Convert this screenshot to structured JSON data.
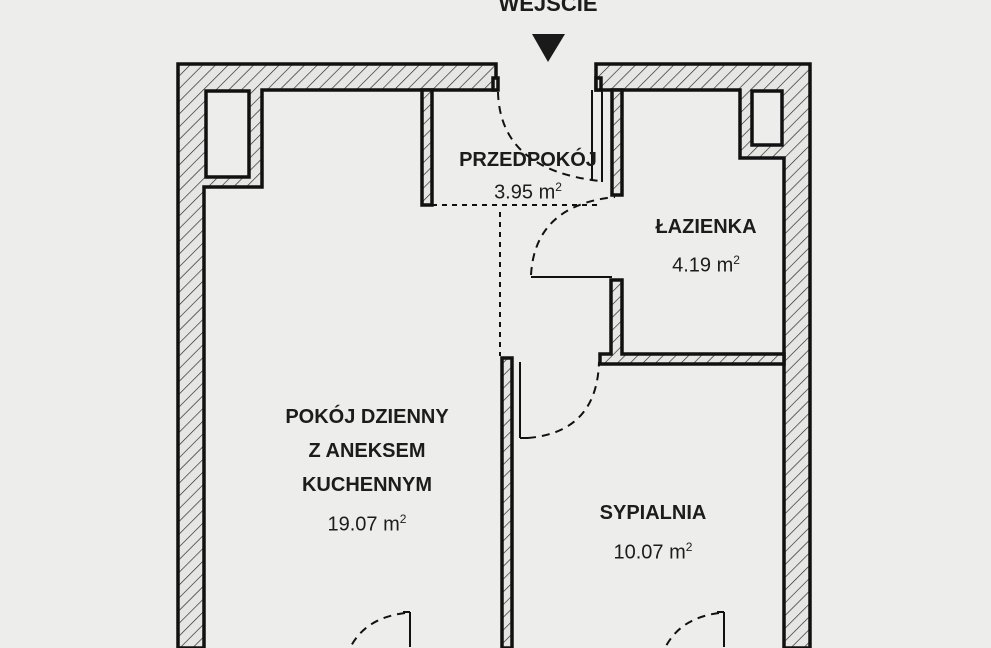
{
  "entrance": {
    "label": "WEJŚCIE"
  },
  "rooms": [
    {
      "name": "PRZEDPOKÓJ",
      "area": "3.95",
      "unit": "m"
    },
    {
      "name": "ŁAZIENKA",
      "area": "4.19",
      "unit": "m"
    },
    {
      "name_lines": [
        "POKÓJ DZIENNY",
        "Z ANEKSEM",
        "KUCHENNYM"
      ],
      "area": "19.07",
      "unit": "m"
    },
    {
      "name": "SYPIALNIA",
      "area": "10.07",
      "unit": "m"
    }
  ],
  "unit_superscript": "2",
  "colors": {
    "background": "#ededeb",
    "wall": "#111111",
    "hatch_fill": "#e4e4e2"
  }
}
